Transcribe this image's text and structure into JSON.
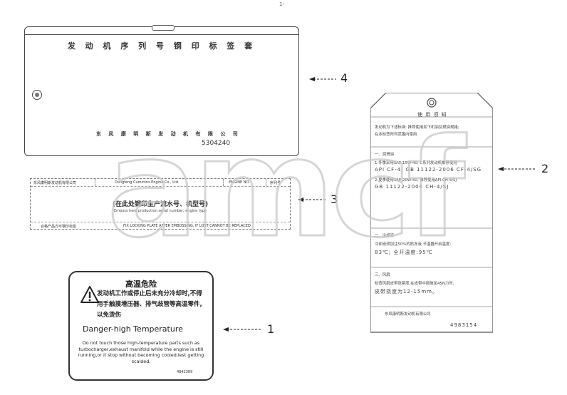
{
  "label4": {
    "title": "发 动 机 序 列 号 钢 印 标 签 套",
    "company": "东 风 康 明 斯 发 动 机 有 限 公 司",
    "code": "5304240"
  },
  "label3": {
    "company_cn": "东风康明斯发动机有限公司",
    "company_en": "Dongfeng Cummins Engine Co., Ltd.",
    "model": "ENGINE NO.",
    "serial_label": "序列号",
    "main_text": "(在此处钢印生产流水号、机型号)",
    "sub_text": "Emboss here production serial number, engine type",
    "warn_cn": "合格产品方可钢印标签",
    "warn_en": "FIX LOCKING PLATE AFTER EMBOSSING, IF LOST CANNOT BE REPLACED"
  },
  "label1": {
    "title_cn": "高温危险",
    "body_cn": "发动机工作或停止后未充分冷却时,不得用手触摸增压器、排气歧管等高温零件,以免烫伤",
    "title_en": "Danger-high Temperature",
    "body_en": "Do not touch those high-temperature parts such as turbocharger,exhaust manifold while the engine is still running,or it stop without becoming cooled,lest getting scalded.",
    "code": "4842389"
  },
  "label2": {
    "title": "使 用 须 知",
    "line1": "发动机为下述标准; 推荐使用如下机油及燃油规格;",
    "line2": "在本标签所列范围内使用",
    "sec_oil": "一、润滑油",
    "oil1": "1.冬季采用SAE 15W-40; C系列发动机推荐使用",
    "oil2": "API CF-4, GB 11122-2006 CF-4/SG",
    "oil3": "2.夏季使用SAE 20W-50, 推荐使用API CH-4/SJ",
    "oil4": "GB 11122-2006 CH-4/SJ",
    "sec_temp": "二、冷却液",
    "temp1": "冷却液须加注50%的防冻液,节温器开启温度:",
    "temp2": "83℃; 全开温度:95℃",
    "sec_belt": "三、风扇",
    "belt1": "检查风扇皮带张紧度,在皮带中部施加45N力时,",
    "belt2": "皮带挠度为12-15mm。",
    "company": "东风康明斯发动机有限公司",
    "code": "4983154"
  },
  "callouts": {
    "c1": "1",
    "c2": "2",
    "c3": "3",
    "c4": "4"
  },
  "top_mark": "1-"
}
